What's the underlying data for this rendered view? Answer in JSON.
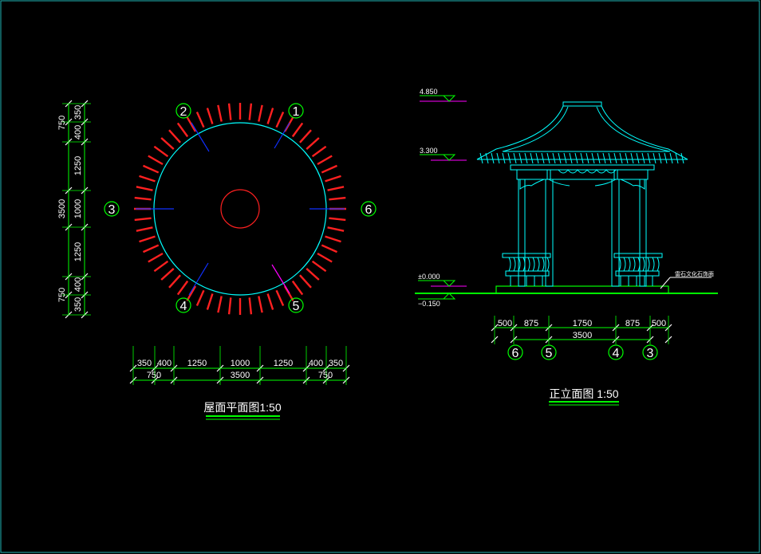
{
  "colors": {
    "background": "#000000",
    "frame": "#1fb5b5",
    "cyan": "#00ffff",
    "red": "#ff2020",
    "green": "#00ff00",
    "blue": "#1030ff",
    "magenta": "#ff00ff",
    "white": "#ffffff",
    "yellow": "#ffff00"
  },
  "plan": {
    "title": "屋面平面图1:50",
    "axis_labels": [
      "1",
      "2",
      "3",
      "4",
      "5",
      "6"
    ],
    "dims_vertical_inner": [
      "350",
      "400",
      "1250",
      "1000",
      "1250",
      "400",
      "350"
    ],
    "dims_vertical_outer": [
      "750",
      "3500",
      "750"
    ],
    "dims_horizontal_inner": [
      "350",
      "400",
      "1250",
      "1000",
      "1250",
      "400",
      "350"
    ],
    "dims_horizontal_outer": [
      "750",
      "3500",
      "750"
    ]
  },
  "elevation": {
    "title": "正立面图 1:50",
    "levels": [
      "4.850",
      "3.300",
      "±0.000",
      "−0.150"
    ],
    "note": "雷石文化石饰面",
    "dims_inner": [
      "500",
      "875",
      "1750",
      "875",
      "500"
    ],
    "dims_outer": [
      "3500"
    ],
    "axis_labels": [
      "6",
      "5",
      "4",
      "3"
    ]
  }
}
